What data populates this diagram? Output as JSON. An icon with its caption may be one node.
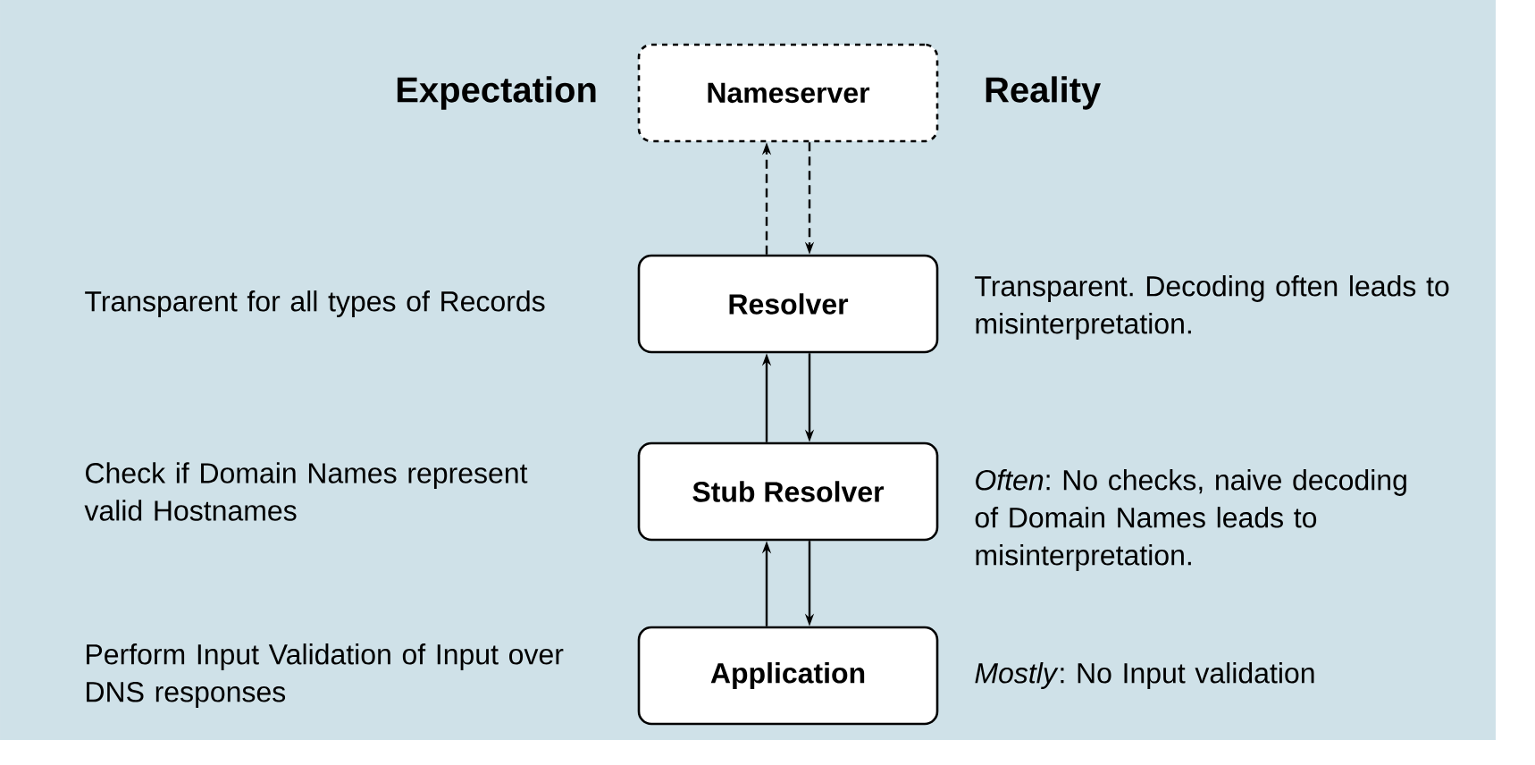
{
  "diagram": {
    "nodes": [
      {
        "text": [
          "Nameserver"
        ]
      },
      {
        "text": [
          "Resolver"
        ]
      },
      {
        "text": [
          "Stub Resolver"
        ]
      },
      {
        "text": [
          "Application"
        ]
      }
    ],
    "edges": [
      {
        "from": 1,
        "to": 0,
        "arrow": "to",
        "style": "dashed"
      },
      {
        "from": 0,
        "to": 1,
        "arrow": "to",
        "style": "dashed"
      },
      {
        "from": 2,
        "to": 1,
        "arrow": "to"
      },
      {
        "from": 1,
        "to": 2,
        "arrow": "to"
      },
      {
        "from": 3,
        "to": 2,
        "arrow": "to"
      },
      {
        "from": 2,
        "to": 3,
        "arrow": "to"
      }
    ],
    "labels": [
      "Expectation",
      "Reality",
      "Transparent for all types of Records",
      "Transparent. Decoding often leads to misinterpretation.",
      "Check if Domain Names represent valid Hostnames",
      "*Often*: No checks, naive decoding of Domain Names leads to misinterpretation.",
      "Perform Input Validation of Input over DNS responses",
      "*Mostly*: No Input validation"
    ]
  }
}
